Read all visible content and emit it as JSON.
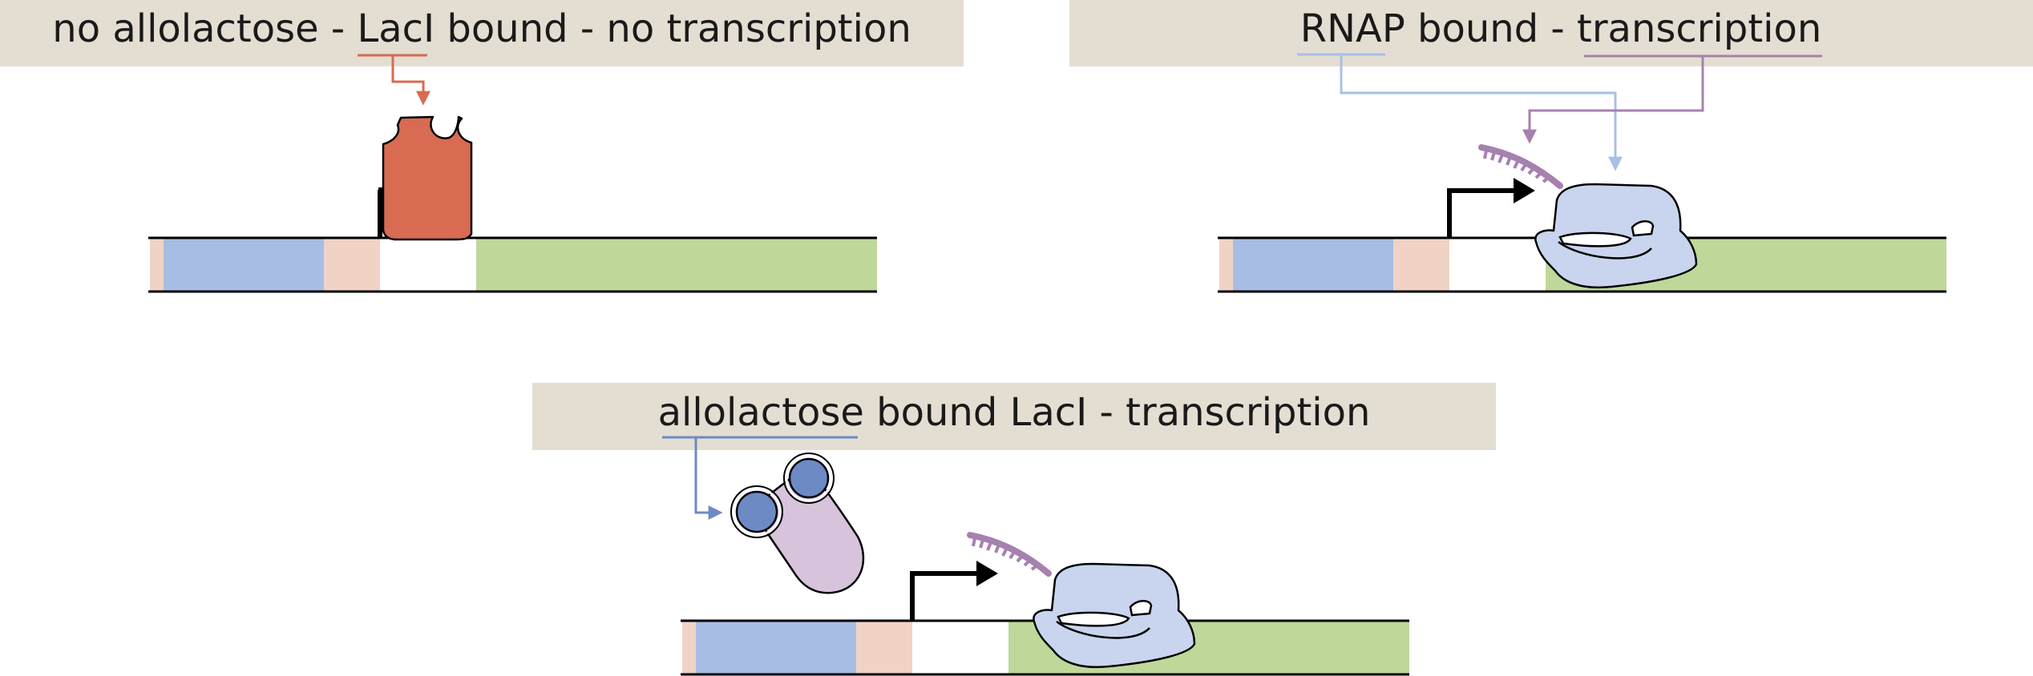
{
  "panels": {
    "repressed": {
      "title": "no allolactose - LacI bound - no transcription"
    },
    "active": {
      "title": "RNAP bound - transcription"
    },
    "induced": {
      "title": "allolactose bound LacI - transcription"
    }
  },
  "colors": {
    "panel_bg": "#e4ded2",
    "laci": "#d86b52",
    "rnap": "#c9d5ee",
    "rnap_link": "#a9c0e4",
    "mrna": "#a681b0",
    "allolactose": "#6d8ac4",
    "laci_induced": "#d7c4dc",
    "dna_pink": "#f1d3c6",
    "dna_blue": "#a8bde3",
    "dna_green": "#bfd89a"
  }
}
